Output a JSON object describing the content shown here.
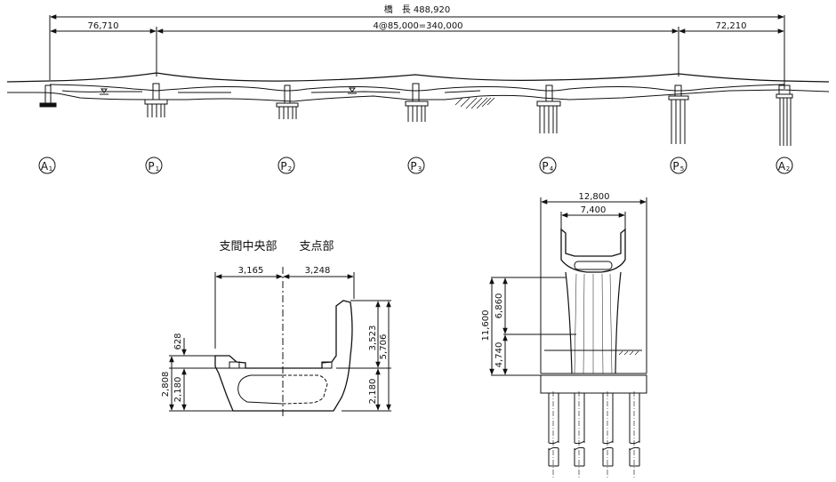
{
  "elevation": {
    "total": "橋　長 488,920",
    "span_a1p1": "76,710",
    "span_mid": "4@85,000=340,000",
    "span_p5a2": "72,210",
    "supports": [
      {
        "letter": "A",
        "num": "1"
      },
      {
        "letter": "P",
        "num": "1"
      },
      {
        "letter": "P",
        "num": "2"
      },
      {
        "letter": "P",
        "num": "3"
      },
      {
        "letter": "P",
        "num": "4"
      },
      {
        "letter": "P",
        "num": "5"
      },
      {
        "letter": "A",
        "num": "2"
      }
    ]
  },
  "girder_section": {
    "label_midspan": "支間中央部",
    "label_support": "支点部",
    "dims": {
      "w_left": "3,165",
      "w_right": "3,248",
      "h_top_slab": "628",
      "h_2808": "2,808",
      "h_2180_left": "2,180",
      "h_3523": "3,523",
      "h_5706": "5,706",
      "h_2180_right": "2,180"
    }
  },
  "pier_section": {
    "dims": {
      "w_12800": "12,800",
      "w_7400": "7,400",
      "h_6860": "6,860",
      "h_11600": "11,600",
      "h_4740": "4,740"
    }
  }
}
